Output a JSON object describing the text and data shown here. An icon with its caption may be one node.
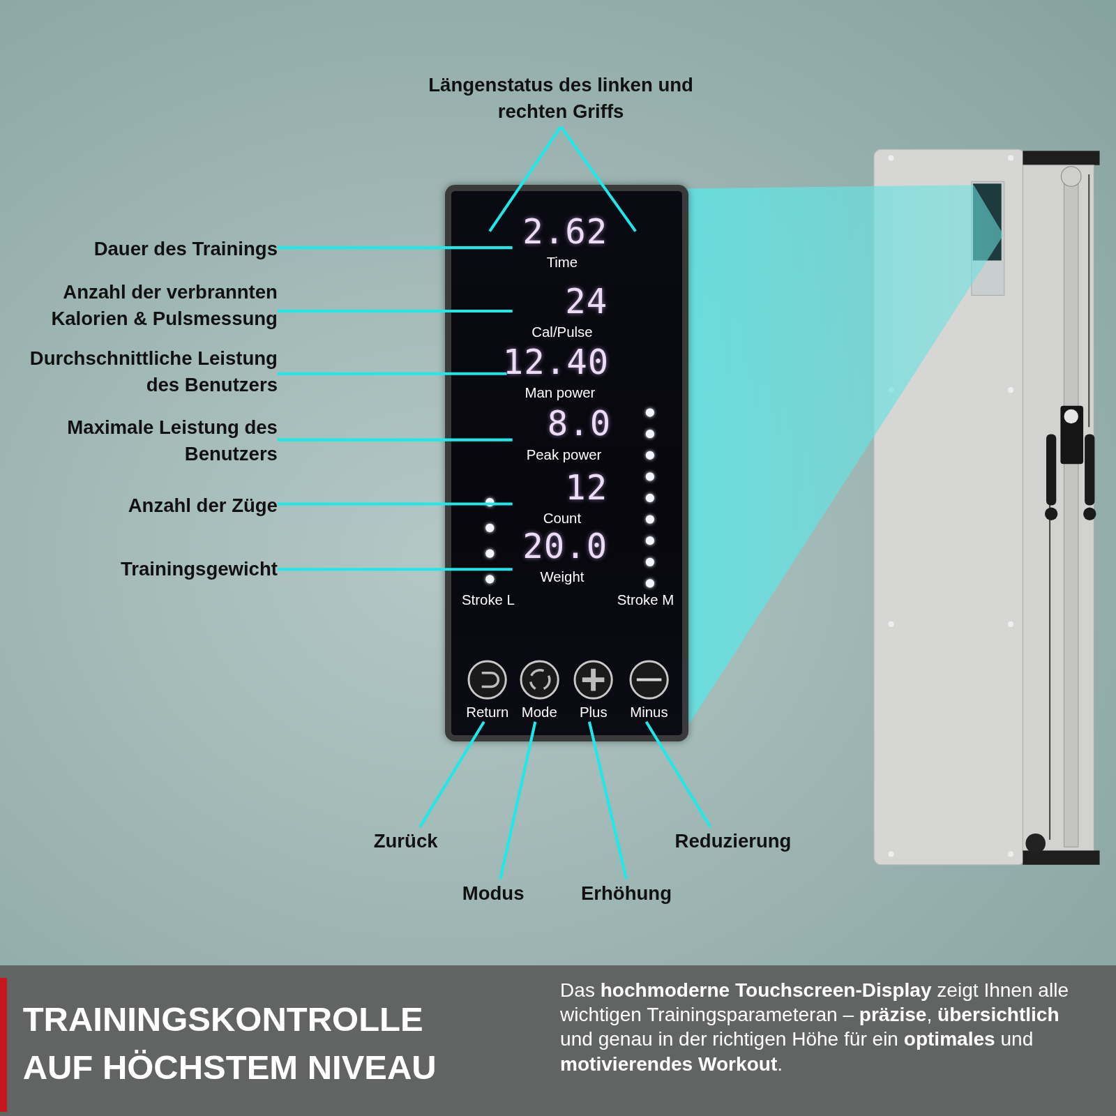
{
  "diagram": {
    "title": "TRAININGSKONTROLLE AUF HÖCHSTEM NIVEAU",
    "caption": "Das **hochmoderne Touchscreen-Display** zeigt Ihnen alle wichtigen Trainingsparameteran – **präzise**, **übersichtlich** und genau in der richtigen Höhe für ein **optimales** und **motivierendes** **Workout**.",
    "nodes": [
      {
        "text": [
          "Längenstatus des linken und rechten Griffs"
        ]
      },
      {
        "text": [],
        "shape": "box"
      },
      {
        "text": [
          "2.62",
          "Time"
        ],
        "in": 1
      },
      {
        "text": [
          "24",
          "Cal/Pulse"
        ],
        "in": 1
      },
      {
        "text": [
          "12.40",
          "Man power"
        ],
        "in": 1
      },
      {
        "text": [
          "8.0",
          "Peak power"
        ],
        "in": 1
      },
      {
        "text": [
          "12",
          "Count"
        ],
        "in": 1
      },
      {
        "text": [
          "20.0",
          "Weight"
        ],
        "in": 1
      },
      {
        "text": [
          "Return"
        ],
        "in": 1
      },
      {
        "text": [
          "Mode"
        ],
        "in": 1
      },
      {
        "text": [
          "Plus"
        ],
        "in": 1
      },
      {
        "text": [
          "Minus"
        ],
        "in": 1
      },
      {
        "text": [
          "Dauer des Trainings"
        ]
      },
      {
        "text": [
          "Anzahl der verbrannten Kalorien & Pulsmessung"
        ]
      },
      {
        "text": [
          "Durchschnittliche Leistung des Benutzers"
        ]
      },
      {
        "text": [
          "Maximale Leistung des Benutzers"
        ]
      },
      {
        "text": [
          "Anzahl der Züge"
        ]
      },
      {
        "text": [
          "Trainingsgewicht"
        ]
      },
      {
        "text": [
          "Zurück"
        ]
      },
      {
        "text": [
          "Modus"
        ]
      },
      {
        "text": [
          "Erhöhung"
        ]
      },
      {
        "text": [
          "Reduzierung"
        ]
      }
    ],
    "edges": [
      {
        "from": 0,
        "to": null,
        "arrow": "none"
      },
      {
        "from": 0,
        "to": null,
        "arrow": "none"
      },
      {
        "from": 12,
        "to": 2,
        "arrow": "none"
      },
      {
        "from": 13,
        "to": 3,
        "arrow": "none"
      },
      {
        "from": 14,
        "to": 4,
        "arrow": "none"
      },
      {
        "from": 15,
        "to": 5,
        "arrow": "none"
      },
      {
        "from": 16,
        "to": 6,
        "arrow": "none"
      },
      {
        "from": 17,
        "to": 7,
        "arrow": "none"
      },
      {
        "from": 18,
        "to": 8,
        "arrow": "none"
      },
      {
        "from": 19,
        "to": 9,
        "arrow": "none"
      },
      {
        "from": 20,
        "to": 10,
        "arrow": "none"
      },
      {
        "from": 21,
        "to": 11,
        "arrow": "none"
      }
    ],
    "labels": [
      "Stroke L",
      "Stroke M"
    ]
  }
}
